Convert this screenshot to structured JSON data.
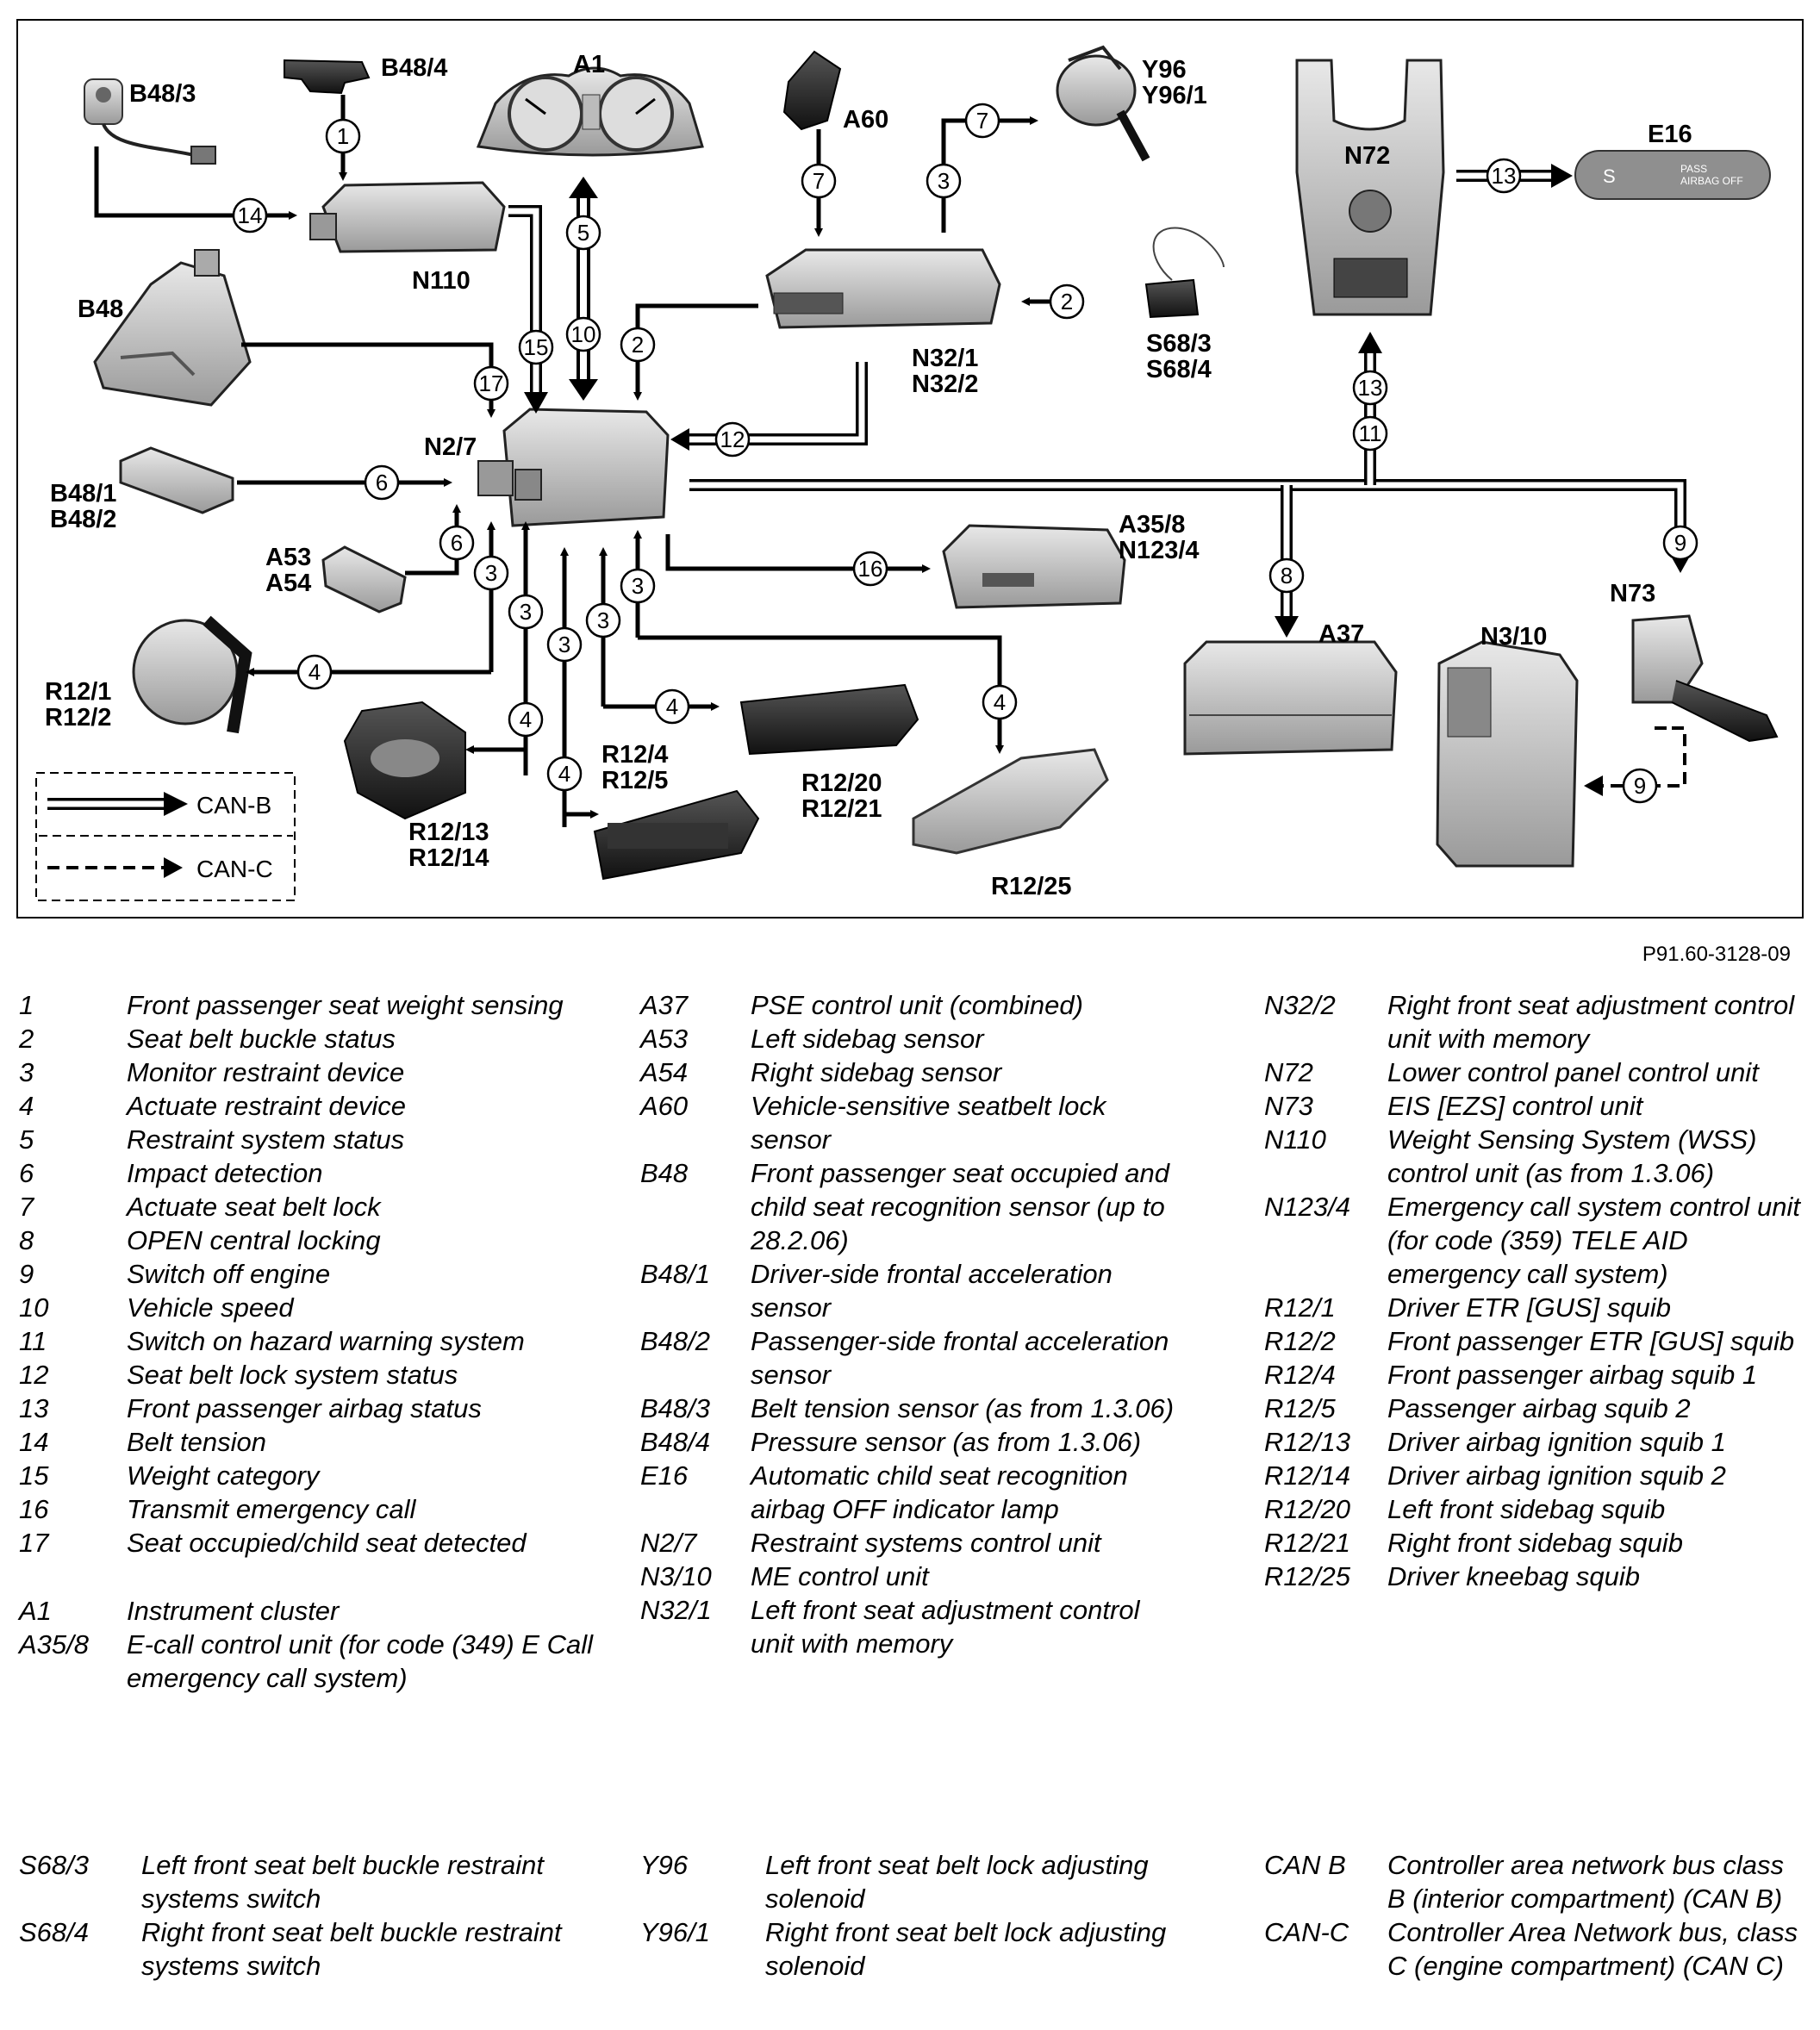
{
  "reference": "P91.60-3128-09",
  "diagram": {
    "components": [
      {
        "id": "b48_3",
        "label": "B48/3"
      },
      {
        "id": "b48_4",
        "label": "B48/4"
      },
      {
        "id": "a1",
        "label": "A1"
      },
      {
        "id": "a60",
        "label": "A60"
      },
      {
        "id": "y96",
        "label": "Y96\nY96/1"
      },
      {
        "id": "n72",
        "label": "N72"
      },
      {
        "id": "e16",
        "label": "E16"
      },
      {
        "id": "n110",
        "label": "N110"
      },
      {
        "id": "b48",
        "label": "B48"
      },
      {
        "id": "n32",
        "label": "N32/1\nN32/2"
      },
      {
        "id": "s68",
        "label": "S68/3\nS68/4"
      },
      {
        "id": "n2_7",
        "label": "N2/7"
      },
      {
        "id": "b48_1",
        "label": "B48/1\nB48/2"
      },
      {
        "id": "a53",
        "label": "A53\nA54"
      },
      {
        "id": "a35",
        "label": "A35/8\nN123/4"
      },
      {
        "id": "a37",
        "label": "A37"
      },
      {
        "id": "n3_10",
        "label": "N3/10"
      },
      {
        "id": "n73",
        "label": "N73"
      },
      {
        "id": "r12_1",
        "label": "R12/1\nR12/2"
      },
      {
        "id": "r12_13",
        "label": "R12/13\nR12/14"
      },
      {
        "id": "r12_4",
        "label": "R12/4\nR12/5"
      },
      {
        "id": "r12_20",
        "label": "R12/20\nR12/21"
      },
      {
        "id": "r12_25",
        "label": "R12/25"
      }
    ],
    "e16_lamp_text": "PASS\nAIRBAG OFF",
    "legend_box": {
      "can_b": "CAN-B",
      "can_c": "CAN-C"
    }
  },
  "legend": {
    "col1": [
      {
        "code": "1",
        "desc": "Front passenger seat weight sensing"
      },
      {
        "code": "2",
        "desc": "Seat belt buckle status"
      },
      {
        "code": "3",
        "desc": "Monitor restraint device"
      },
      {
        "code": "4",
        "desc": "Actuate restraint device"
      },
      {
        "code": "5",
        "desc": "Restraint system status"
      },
      {
        "code": "6",
        "desc": "Impact detection"
      },
      {
        "code": "7",
        "desc": "Actuate seat belt lock"
      },
      {
        "code": "8",
        "desc": "OPEN central locking"
      },
      {
        "code": "9",
        "desc": "Switch off engine"
      },
      {
        "code": "10",
        "desc": "Vehicle speed"
      },
      {
        "code": "11",
        "desc": "Switch on hazard warning system"
      },
      {
        "code": "12",
        "desc": "Seat belt lock system status"
      },
      {
        "code": "13",
        "desc": "Front passenger airbag status"
      },
      {
        "code": "14",
        "desc": "Belt tension"
      },
      {
        "code": "15",
        "desc": "Weight category"
      },
      {
        "code": "16",
        "desc": "Transmit emergency call"
      },
      {
        "code": "17",
        "desc": "Seat occupied/child seat detected"
      },
      {
        "code": "A1",
        "desc": "Instrument cluster"
      },
      {
        "code": "A35/8",
        "desc": "E-call control unit (for code (349) E Call emergency call system)"
      }
    ],
    "col2": [
      {
        "code": "A37",
        "desc": "PSE control unit (combined)"
      },
      {
        "code": "A53",
        "desc": "Left sidebag sensor"
      },
      {
        "code": "A54",
        "desc": "Right sidebag sensor"
      },
      {
        "code": "A60",
        "desc": "Vehicle-sensitive seatbelt lock sensor"
      },
      {
        "code": "B48",
        "desc": "Front passenger seat occupied and child seat recognition sensor (up to 28.2.06)"
      },
      {
        "code": "B48/1",
        "desc": "Driver-side frontal acceleration sensor"
      },
      {
        "code": "B48/2",
        "desc": "Passenger-side frontal acceleration sensor"
      },
      {
        "code": "B48/3",
        "desc": "Belt tension sensor (as from 1.3.06)"
      },
      {
        "code": "B48/4",
        "desc": "Pressure sensor (as from 1.3.06)"
      },
      {
        "code": "E16",
        "desc": "Automatic child seat recognition airbag OFF indicator lamp"
      },
      {
        "code": "N2/7",
        "desc": "Restraint systems control unit"
      },
      {
        "code": "N3/10",
        "desc": "ME control unit"
      },
      {
        "code": "N32/1",
        "desc": "Left front seat adjustment control unit with memory"
      }
    ],
    "col3": [
      {
        "code": "N32/2",
        "desc": "Right front seat adjustment control unit with memory"
      },
      {
        "code": "N72",
        "desc": "Lower control panel control unit"
      },
      {
        "code": "N73",
        "desc": "EIS [EZS] control unit"
      },
      {
        "code": "N110",
        "desc": "Weight Sensing System (WSS) control unit (as from 1.3.06)"
      },
      {
        "code": "N123/4",
        "desc": "Emergency call system control unit (for code (359) TELE AID emergency call system)"
      },
      {
        "code": "R12/1",
        "desc": "Driver ETR [GUS] squib"
      },
      {
        "code": "R12/2",
        "desc": "Front passenger ETR [GUS] squib"
      },
      {
        "code": "R12/4",
        "desc": "Front passenger airbag squib 1"
      },
      {
        "code": "R12/5",
        "desc": "Passenger airbag squib 2"
      },
      {
        "code": "R12/13",
        "desc": "Driver airbag ignition squib 1"
      },
      {
        "code": "R12/14",
        "desc": "Driver airbag ignition squib 2"
      },
      {
        "code": "R12/20",
        "desc": "Left front sidebag squib"
      },
      {
        "code": "R12/21",
        "desc": "Right front sidebag squib"
      },
      {
        "code": "R12/25",
        "desc": "Driver kneebag squib"
      }
    ],
    "bottom_col1": [
      {
        "code": "S68/3",
        "desc": "Left front seat belt buckle restraint systems switch"
      },
      {
        "code": "S68/4",
        "desc": "Right front seat belt buckle restraint systems switch"
      }
    ],
    "bottom_col2": [
      {
        "code": "Y96",
        "desc": "Left front seat belt lock adjusting solenoid"
      },
      {
        "code": "Y96/1",
        "desc": "Right front seat belt lock adjusting solenoid"
      }
    ],
    "bottom_col3": [
      {
        "code": "CAN B",
        "desc": "Controller area network bus class B (interior compartment) (CAN B)"
      },
      {
        "code": "CAN-C",
        "desc": "Controller Area Network bus, class C (engine compartment) (CAN C)"
      }
    ]
  }
}
